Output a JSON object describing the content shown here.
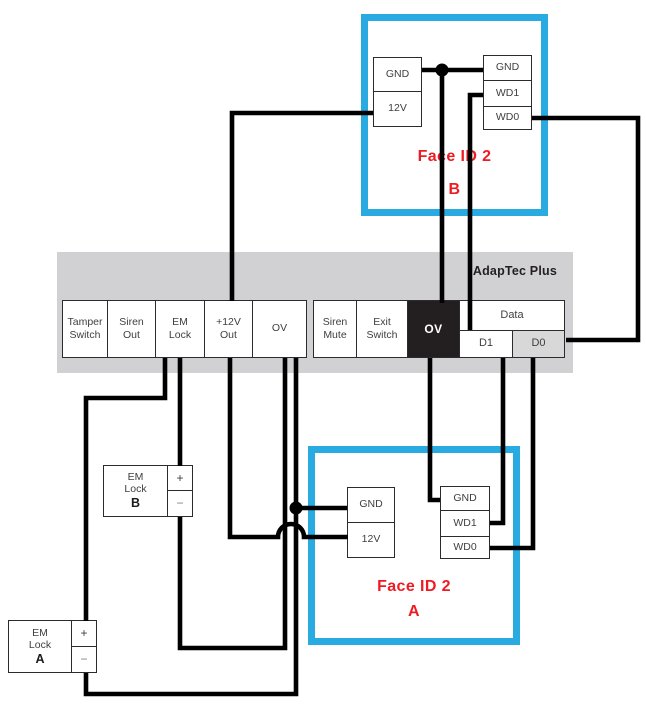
{
  "adaptec": {
    "title": "AdapTec Plus",
    "terminals": [
      {
        "id": "tamper-switch",
        "label": "Tamper\nSwitch"
      },
      {
        "id": "siren-out",
        "label": "Siren\nOut"
      },
      {
        "id": "em-lock",
        "label": "EM\nLock"
      },
      {
        "id": "plus12v-out",
        "label": "+12V\nOut"
      },
      {
        "id": "ov",
        "label": "OV"
      },
      {
        "id": "siren-mute",
        "label": "Siren\nMute"
      },
      {
        "id": "exit-switch",
        "label": "Exit\nSwitch"
      },
      {
        "id": "ov-black",
        "label": "OV"
      }
    ],
    "data_group": {
      "label": "Data",
      "d1": "D1",
      "d0": "D0"
    }
  },
  "face_id_b": {
    "name": "Face ID 2",
    "variant": "B",
    "power": {
      "gnd": "GND",
      "v12": "12V"
    },
    "wiegand": {
      "gnd": "GND",
      "wd1": "WD1",
      "wd0": "WD0"
    }
  },
  "face_id_a": {
    "name": "Face ID 2",
    "variant": "A",
    "power": {
      "gnd": "GND",
      "v12": "12V"
    },
    "wiegand": {
      "gnd": "GND",
      "wd1": "WD1",
      "wd0": "WD0"
    }
  },
  "em_lock_b": {
    "name": "EM\nLock",
    "variant": "B",
    "plus": "+",
    "minus": "−"
  },
  "em_lock_a": {
    "name": "EM\nLock",
    "variant": "A",
    "plus": "+",
    "minus": "−"
  },
  "colors": {
    "accent_blue": "#29ABE2",
    "label_red": "#ED1C24",
    "panel_gray": "#D1D1D3",
    "terminal_black": "#231F20",
    "d0_fill": "#D8D8D8",
    "wire_black": "#000000"
  }
}
